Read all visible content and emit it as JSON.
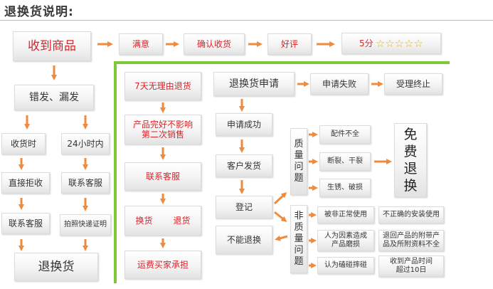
{
  "title": "退换货说明:",
  "top_row": {
    "receive": "收到商品",
    "satisfied": "满意",
    "confirm": "确认收货",
    "praise": "好评",
    "score": "5分",
    "stars": [
      "☆",
      "☆",
      "☆",
      "☆",
      "☆"
    ]
  },
  "left_col": {
    "wrong_missing": "错发、漏发",
    "on_receipt": "收货时",
    "within_24h": "24小时内",
    "reject": "直接拒收",
    "contact_cs_1": "联系客服",
    "contact_cs_2": "联系客服",
    "photo_proof": "拍照快递证明",
    "return_goods": "退换货"
  },
  "mid_col": {
    "seven_day": "7天无理由退货",
    "condition": "产品完好不影响第二次销售",
    "contact_cs": "联系客服",
    "exchange": "换货",
    "refund": "退货",
    "shipping": "运费买家承担"
  },
  "right_area": {
    "apply": "退换货申请",
    "apply_fail": "申请失败",
    "terminated": "受理终止",
    "apply_ok": "申请成功",
    "customer_ship": "客户发货",
    "register": "登记",
    "cannot_return": "不能退换",
    "quality_issue": "质量问题",
    "missing_parts": "配件不全",
    "broken": "断裂、干裂",
    "rust": "生锈、破损",
    "free_return": "免费退换",
    "non_quality": "非质量问题",
    "abnormal_use": "被非正常使用",
    "wrong_install": "不正确的安装使用",
    "human_damage": "人为因素造成产品磨损",
    "return_items": "退回产品的附带产品及所附资料不全",
    "bump": "认为磕碰摔碰",
    "over_time": "收到产品时间超过10日"
  },
  "colors": {
    "accent_red": "#d8232a",
    "arrow_orange": "#f08a3c",
    "green_line": "#7ec83a",
    "star_gold": "#e8b400"
  }
}
